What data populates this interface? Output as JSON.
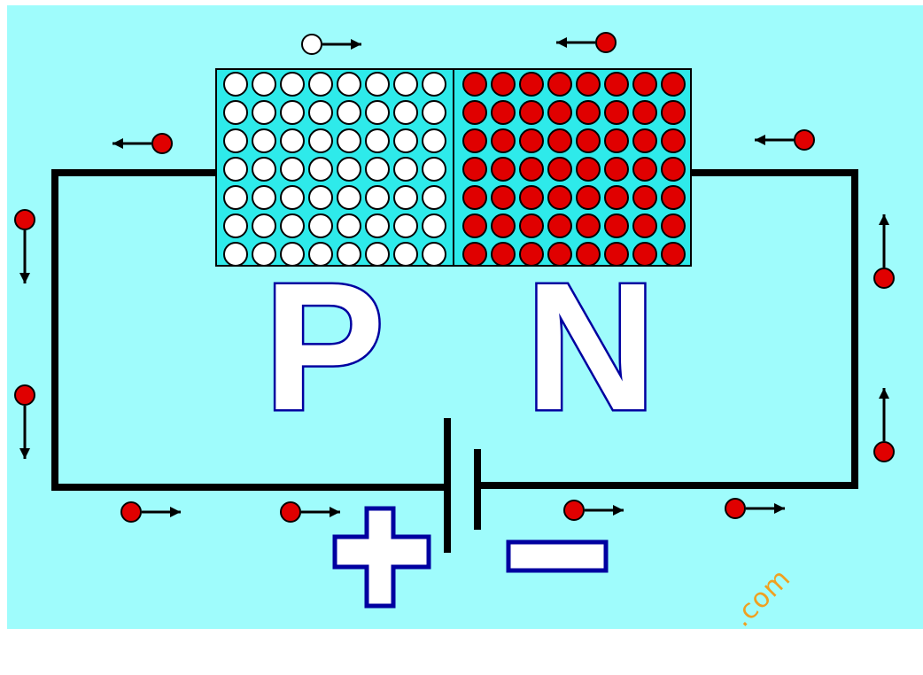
{
  "labels": {
    "p_region": "P",
    "n_region": "N",
    "positive_terminal": "+",
    "negative_terminal": "−"
  },
  "watermark": ".com",
  "colors": {
    "background": "#9ffcfc",
    "semiconductor_fill": "#2eeaea",
    "electron": "#e00000",
    "hole": "#ffffff",
    "letter_fill": "#ffffff",
    "letter_outline": "#0000a0",
    "wire": "#000000",
    "watermark": "#f0a020"
  },
  "diagram": {
    "p_grid": {
      "carrier": "hole",
      "rows": 7,
      "cols": 8
    },
    "n_grid": {
      "carrier": "electron",
      "rows": 7,
      "cols": 8
    },
    "flow_markers": [
      {
        "carrier": "hole",
        "direction": "right",
        "location": "above-p"
      },
      {
        "carrier": "electron",
        "direction": "left",
        "location": "above-n"
      },
      {
        "carrier": "electron",
        "direction": "left",
        "location": "left-of-p"
      },
      {
        "carrier": "electron",
        "direction": "left",
        "location": "right-of-n"
      },
      {
        "carrier": "electron",
        "direction": "down",
        "location": "left-wire-upper"
      },
      {
        "carrier": "electron",
        "direction": "down",
        "location": "left-wire-lower"
      },
      {
        "carrier": "electron",
        "direction": "up",
        "location": "right-wire-upper"
      },
      {
        "carrier": "electron",
        "direction": "up",
        "location": "right-wire-lower"
      },
      {
        "carrier": "electron",
        "direction": "right",
        "location": "bottom-wire-1"
      },
      {
        "carrier": "electron",
        "direction": "right",
        "location": "bottom-wire-2"
      },
      {
        "carrier": "electron",
        "direction": "right",
        "location": "bottom-wire-3"
      },
      {
        "carrier": "electron",
        "direction": "right",
        "location": "bottom-wire-4"
      }
    ]
  }
}
